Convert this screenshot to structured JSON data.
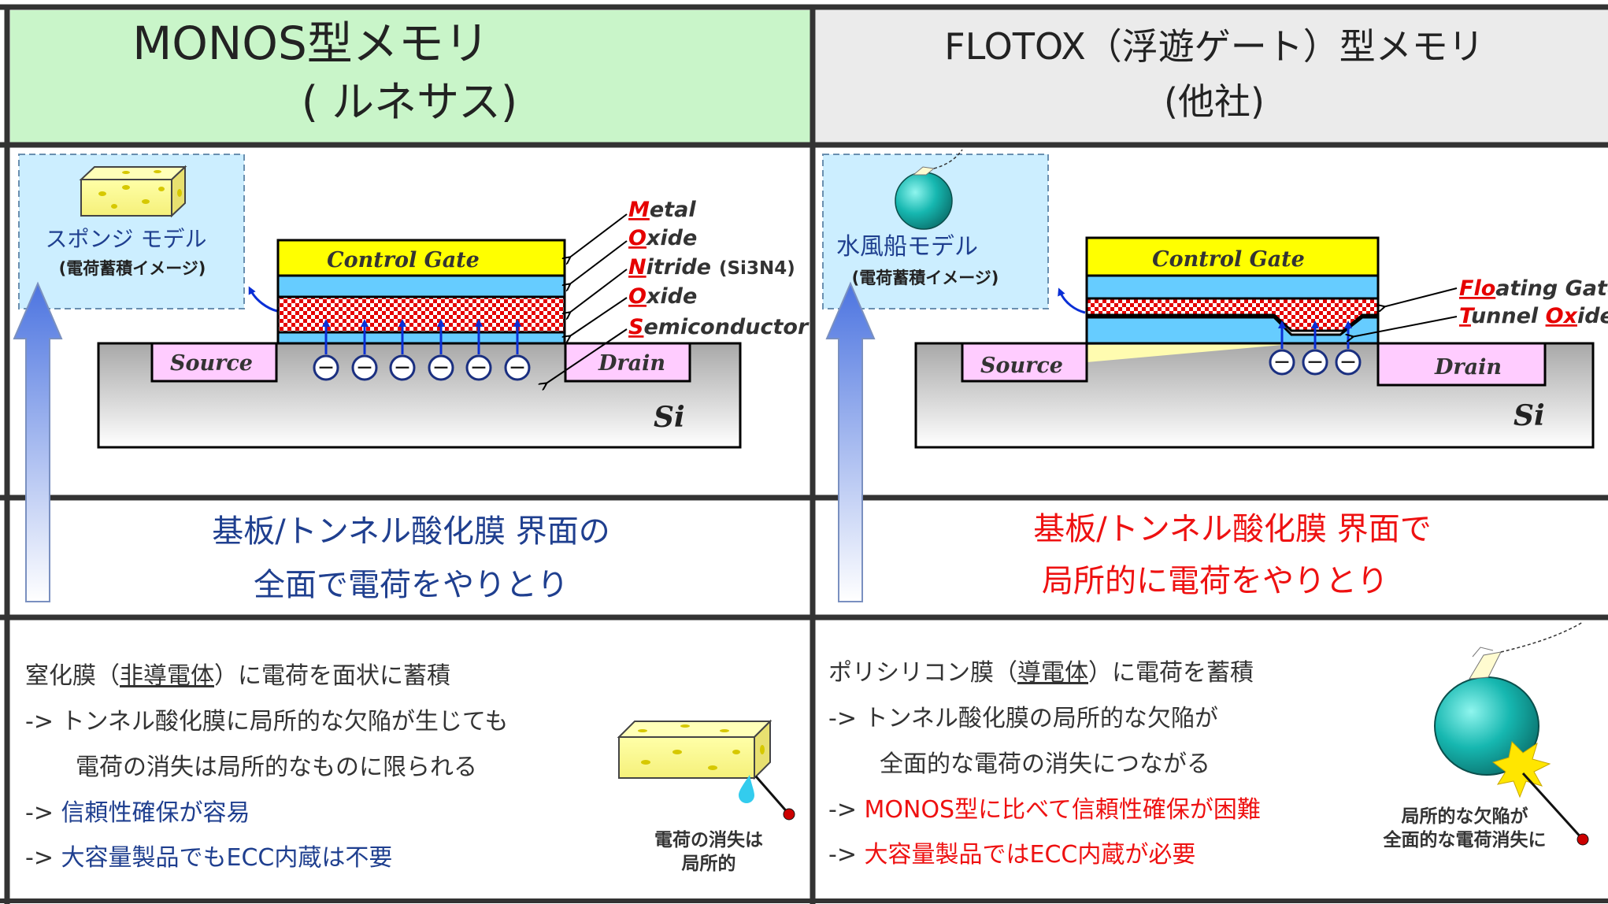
{
  "left": {
    "title": "MONOS型メモリ",
    "subtitle": "( ルネサス)",
    "model_label": "スポンジ モデル",
    "model_sub": "(電荷蓄積イメージ)",
    "layers": {
      "metal": {
        "initial": "M",
        "rest": "etal"
      },
      "oxide1": {
        "initial": "O",
        "rest": "xide"
      },
      "nitride": {
        "initial": "N",
        "rest": "itride",
        "note": "(Si3N4)"
      },
      "oxide2": {
        "initial": "O",
        "rest": "xide"
      },
      "semiconductor": {
        "initial": "S",
        "rest": "emiconductor"
      }
    },
    "control_gate": "Control Gate",
    "source": "Source",
    "drain": "Drain",
    "si": "Si",
    "summary_line1": "基板/トンネル酸化膜 界面の",
    "summary_line2": "全面で電荷をやりとり",
    "bullets": [
      {
        "pre": "窒化膜（",
        "u": "非導電体",
        "post": "）に電荷を面状に蓄積"
      },
      {
        "text": "-> トンネル酸化膜に局所的な欠陥が生じても"
      },
      {
        "text": "電荷の消失は局所的なものに限られる"
      },
      {
        "prefix": "-> ",
        "text": "信頼性確保が容易"
      },
      {
        "prefix": "-> ",
        "text": "大容量製品でもECC内蔵は不要"
      }
    ],
    "caption_line1": "電荷の消失は",
    "caption_line2": "局所的"
  },
  "right": {
    "title": "FLOTOX（浮遊ゲート）型メモリ",
    "subtitle": "(他社)",
    "model_label": "水風船モデル",
    "model_sub": "(電荷蓄積イメージ)",
    "floating_gate": {
      "initial": "Flo",
      "rest": "ating Gate"
    },
    "tunnel_oxide": {
      "initial1": "T",
      "rest1": "unnel ",
      "initial2": "Ox",
      "rest2": "ide"
    },
    "control_gate": "Control Gate",
    "source": "Source",
    "drain": "Drain",
    "si": "Si",
    "summary_line1": "基板/トンネル酸化膜 界面で",
    "summary_line2": "局所的に電荷をやりとり",
    "bullets": [
      {
        "pre": "ポリシリコン膜（",
        "u": "導電体",
        "post": "）に電荷を蓄積"
      },
      {
        "text": "-> トンネル酸化膜の局所的な欠陥が"
      },
      {
        "text": "全面的な電荷の消失につながる"
      },
      {
        "prefix": "-> ",
        "text": "MONOS型に比べて信頼性確保が困難"
      },
      {
        "prefix": "-> ",
        "text": "大容量製品ではECC内蔵が必要"
      }
    ],
    "caption_line1": "局所的な欠陥が",
    "caption_line2": "全面的な電荷消失に"
  },
  "electron_symbol": "－",
  "colors": {
    "title_left_bg": "#c9f5c9",
    "title_right_bg": "#ebebeb",
    "blue_text": "#1f3f8f",
    "red_text": "#ee1111",
    "gate_yellow": "#ffff00",
    "oxide_blue": "#66ccff",
    "source_pink": "#ffccff",
    "model_box_bg": "#cceeff"
  },
  "icons": [
    "sponge-icon",
    "water-balloon-icon",
    "up-arrow-icon",
    "electron-icon",
    "needle-icon",
    "water-drop-icon",
    "burst-icon"
  ]
}
